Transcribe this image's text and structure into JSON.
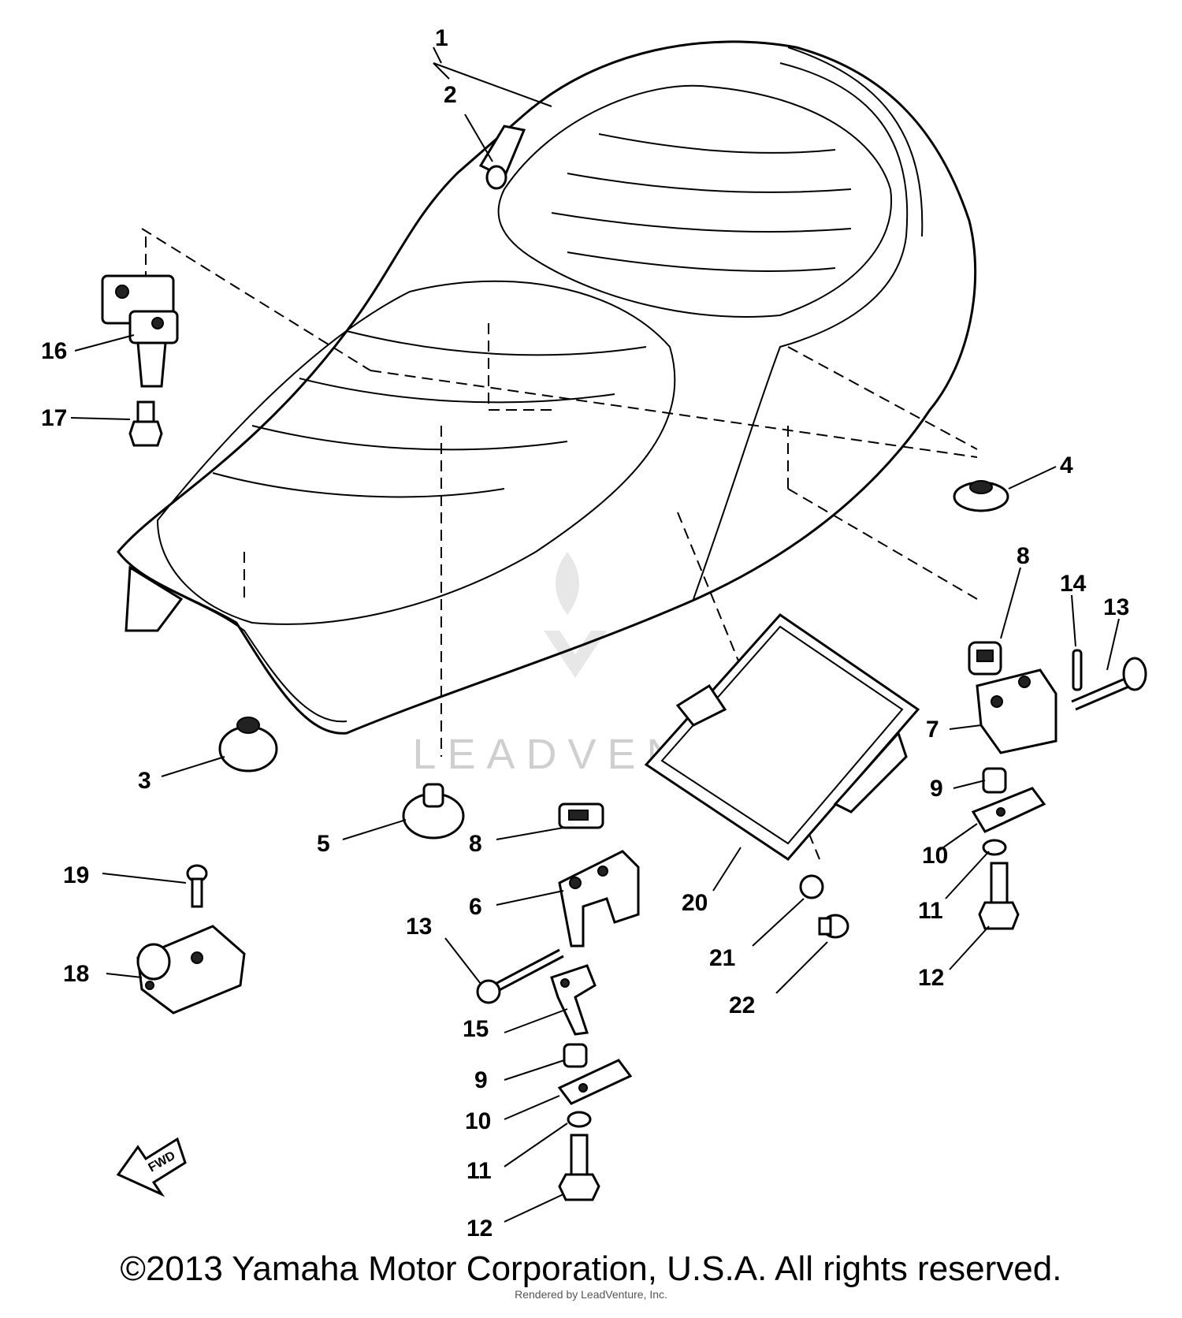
{
  "diagram": {
    "watermark": "LEADVENTURE",
    "fwd_label": "FWD",
    "callouts": [
      "1",
      "2",
      "16",
      "17",
      "4",
      "8",
      "14",
      "13",
      "7",
      "3",
      "5",
      "8",
      "6",
      "20",
      "9",
      "10",
      "11",
      "12",
      "19",
      "18",
      "13",
      "15",
      "21",
      "22",
      "9",
      "10",
      "11",
      "12"
    ]
  },
  "footer": {
    "copyright": "©2013 Yamaha Motor Corporation, U.S.A. All rights reserved.",
    "rendered_by": "Rendered by LeadVenture, Inc."
  }
}
